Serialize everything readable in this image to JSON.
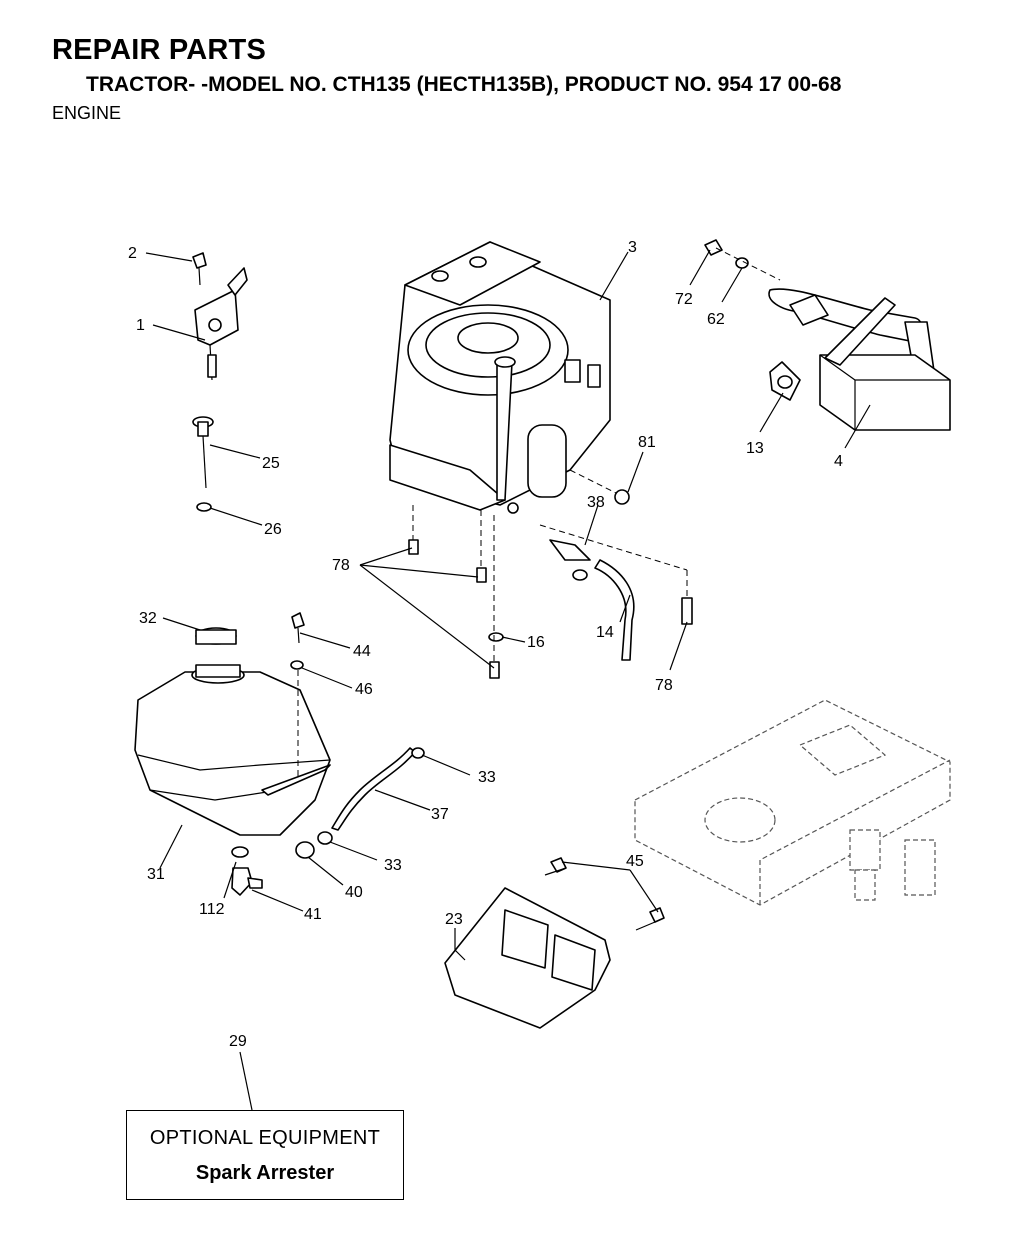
{
  "header": {
    "title": "REPAIR PARTS",
    "subtitle": "TRACTOR- -MODEL NO. CTH135 (HECTH135B), PRODUCT NO. 954 17 00-68",
    "section": "ENGINE"
  },
  "callouts": {
    "c1": "1",
    "c2": "2",
    "c3": "3",
    "c4": "4",
    "c13": "13",
    "c14": "14",
    "c16": "16",
    "c23": "23",
    "c25": "25",
    "c26": "26",
    "c29": "29",
    "c31": "31",
    "c32": "32",
    "c33a": "33",
    "c33b": "33",
    "c37": "37",
    "c38": "38",
    "c40": "40",
    "c41": "41",
    "c44": "44",
    "c45": "45",
    "c46": "46",
    "c62": "62",
    "c72": "72",
    "c78a": "78",
    "c78b": "78",
    "c81": "81",
    "c112": "112"
  },
  "optional_box": {
    "heading": "OPTIONAL EQUIPMENT",
    "item": "Spark Arrester"
  }
}
